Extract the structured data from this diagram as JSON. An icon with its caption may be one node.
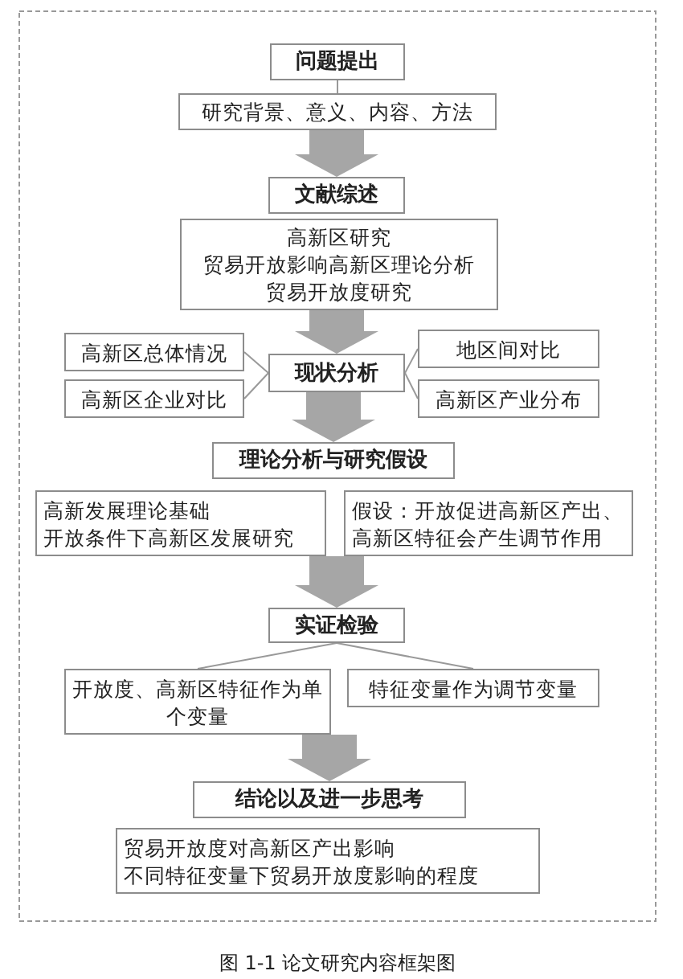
{
  "diagram": {
    "caption": "图 1-1 论文研究内容框架图",
    "nodes": [
      {
        "text": [
          "问题提出"
        ]
      },
      {
        "text": [
          "研究背景、意义、内容、方法"
        ]
      },
      {
        "text": [
          "文献综述"
        ]
      },
      {
        "text": [
          "高新区研究",
          "贸易开放影响高新区理论分析",
          "贸易开放度研究"
        ]
      },
      {
        "text": [
          "高新区总体情况"
        ]
      },
      {
        "text": [
          "高新区企业对比"
        ]
      },
      {
        "text": [
          "现状分析"
        ]
      },
      {
        "text": [
          "地区间对比"
        ]
      },
      {
        "text": [
          "高新区产业分布"
        ]
      },
      {
        "text": [
          "理论分析与研究假设"
        ]
      },
      {
        "text": [
          "高新发展理论基础",
          "开放条件下高新区发展研究"
        ]
      },
      {
        "text": [
          "假设：开放促进高新区产出、高新区特征会产生调节作用"
        ]
      },
      {
        "text": [
          "实证检验"
        ]
      },
      {
        "text": [
          "开放度、高新区特征作为单个变量"
        ]
      },
      {
        "text": [
          "特征变量作为调节变量"
        ]
      },
      {
        "text": [
          "结论以及进一步思考"
        ]
      },
      {
        "text": [
          "贸易开放度对高新区产出影响",
          "不同特征变量下贸易开放度影响的程度"
        ]
      }
    ],
    "edges": [
      {
        "from": 0,
        "to": 1,
        "arrow": "none"
      },
      {
        "from": 1,
        "to": 2,
        "arrow": "to",
        "style": "thick"
      },
      {
        "from": 3,
        "to": 6,
        "arrow": "to",
        "style": "thick"
      },
      {
        "from": 6,
        "to": 4,
        "arrow": "none"
      },
      {
        "from": 6,
        "to": 5,
        "arrow": "none"
      },
      {
        "from": 6,
        "to": 7,
        "arrow": "none"
      },
      {
        "from": 6,
        "to": 8,
        "arrow": "none"
      },
      {
        "from": 6,
        "to": 9,
        "arrow": "to",
        "style": "thick"
      },
      {
        "from": 10,
        "to": 12,
        "arrow": "to",
        "style": "thick"
      },
      {
        "from": 11,
        "to": 12,
        "arrow": "to",
        "style": "thick"
      },
      {
        "from": 12,
        "to": 13,
        "arrow": "none"
      },
      {
        "from": 12,
        "to": 14,
        "arrow": "none"
      },
      {
        "from": 13,
        "to": 15,
        "arrow": "to",
        "style": "thick"
      }
    ]
  }
}
